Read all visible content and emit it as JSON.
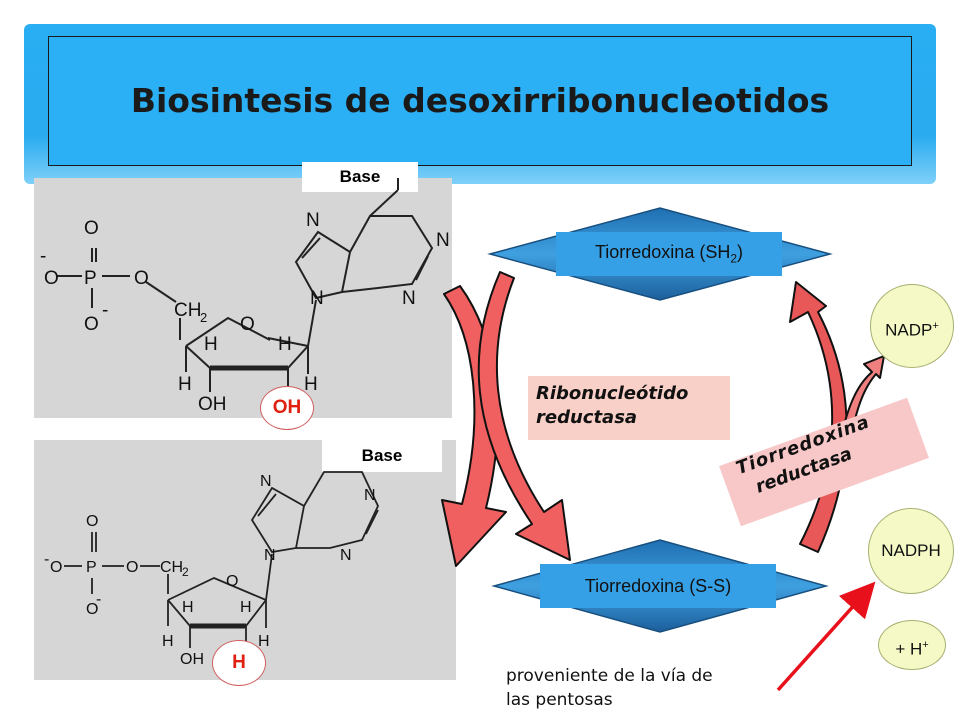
{
  "title": "Biosintesis de desoxirribonucleotidos",
  "base_label_top": "Base",
  "base_label_bottom": "Base",
  "substituent_top": "OH",
  "substituent_bottom": "H",
  "thioredoxin_reduced": "Tiorredoxina (SH",
  "thioredoxin_reduced_sub": "2",
  "thioredoxin_reduced_close": ")",
  "thioredoxin_oxidized": "Tiorredoxina (S-S)",
  "enzyme_rnr": [
    "Ribonucleótido",
    "reductasa"
  ],
  "enzyme_trx": [
    "Tiorredoxina",
    "reductasa"
  ],
  "nadp": "NADP",
  "nadp_sup": "+",
  "nadph": "NADPH",
  "proton": "+ H",
  "proton_sup": "+",
  "footer": [
    "proveniente de la vía de",
    "las pentosas"
  ],
  "colors": {
    "header": "#2aaef2",
    "hexagon": "#2e86c8",
    "arrow": "#f06060",
    "label_bg": "#f8d0c8",
    "nad_bg": "#f4f9c6",
    "red_arrow": "#e8101a"
  },
  "chem": {
    "phosphate": [
      "O",
      "P",
      "O",
      "O",
      "O",
      "O"
    ],
    "charges": [
      "-",
      "-"
    ],
    "ch2": [
      "CH",
      "2"
    ],
    "ring_o": "O",
    "hs": [
      "H",
      "H",
      "H",
      "H"
    ],
    "oh": "OH",
    "ring_n": [
      "N",
      "N",
      "N",
      "N"
    ]
  }
}
